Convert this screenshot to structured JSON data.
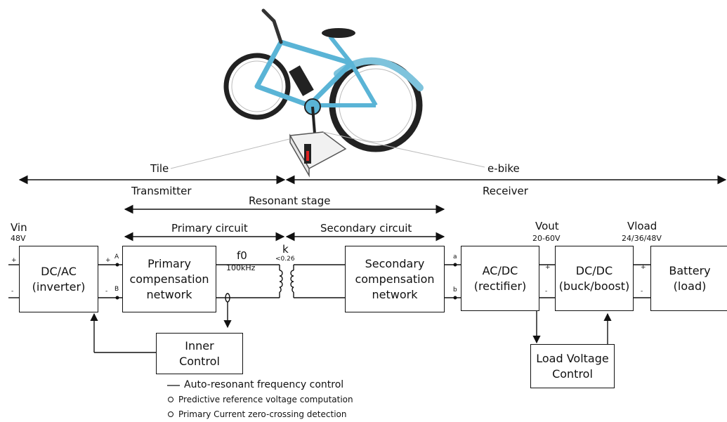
{
  "top_labels": {
    "tile": "Tile",
    "ebike": "e-bike",
    "transmitter": "Transmitter",
    "receiver": "Receiver",
    "resonant_stage": "Resonant stage",
    "primary_circuit": "Primary circuit",
    "secondary_circuit": "Secondary circuit"
  },
  "voltages": {
    "vin": "Vin",
    "vin_value": "48V",
    "vout": "Vout",
    "vout_value": "20-60V",
    "vload": "Vload",
    "vload_value": "24/36/48V"
  },
  "blocks": {
    "dcac": "DC/AC\n(inverter)",
    "primary_comp": "Primary\ncompensation\nnetwork",
    "secondary_comp": "Secondary\ncompensation\nnetwork",
    "acdc": "AC/DC\n(rectifier)",
    "dcdc": "DC/DC\n(buck/boost)",
    "battery": "Battery\n(load)",
    "inner_control": "Inner\nControl",
    "load_voltage_control": "Load Voltage\nControl"
  },
  "coil": {
    "f0": "f0",
    "freq": "100kHz",
    "k": "k",
    "k_value": "<0.26"
  },
  "terminals": {
    "plus": "+",
    "minus": "-",
    "A": "A",
    "B": "B",
    "a": "a",
    "b": "b"
  },
  "legend": {
    "main": "Auto-resonant frequency control",
    "items": [
      "Predictive reference voltage computation",
      "Primary Current zero-crossing detection"
    ]
  }
}
